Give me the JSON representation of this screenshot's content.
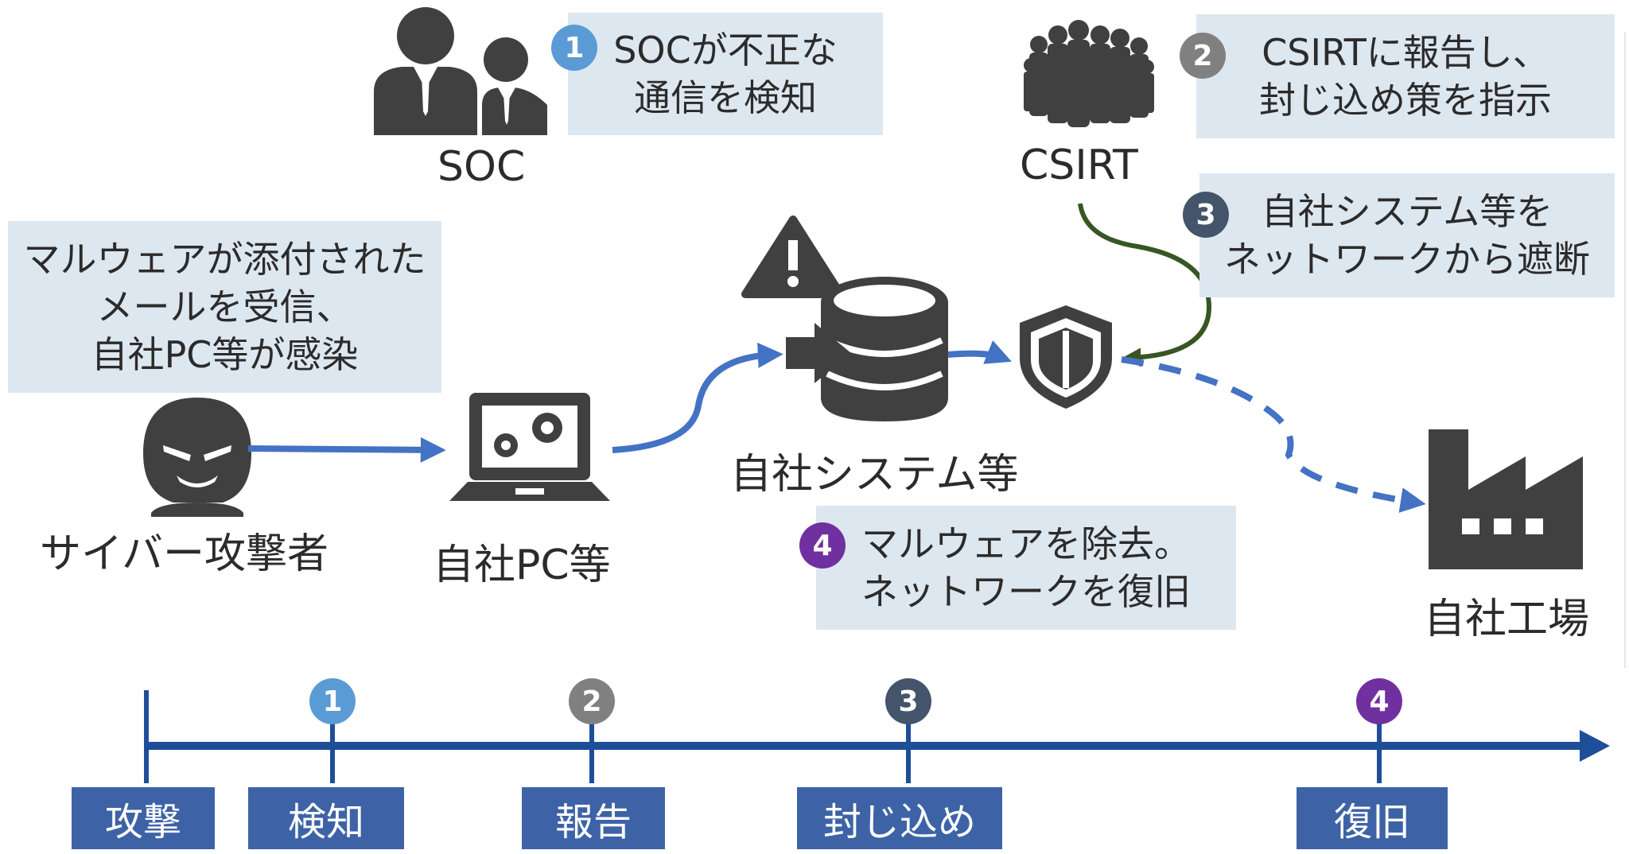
{
  "steps": [
    {
      "num": "1",
      "color": "#5b9bd5",
      "text": "SOCが不正な\n通信を検知",
      "timeline_label": "検知"
    },
    {
      "num": "2",
      "color": "#808080",
      "text": "CSIRTに報告し、\n封じ込め策を指示",
      "timeline_label": "報告"
    },
    {
      "num": "3",
      "color": "#44546a",
      "text": "自社システム等を\nネットワークから遮断",
      "timeline_label": "封じ込め"
    },
    {
      "num": "4",
      "color": "#7030a0",
      "text": "マルウェアを除去。\nネットワークを復旧",
      "timeline_label": "復旧"
    }
  ],
  "attack_description": "マルウェアが添付された\nメールを受信、\n自社PC等が感染",
  "actors": {
    "soc": "SOC",
    "csirt": "CSIRT",
    "attacker": "サイバー攻撃者",
    "pc": "自社PC等",
    "system": "自社システム等",
    "factory": "自社工場"
  },
  "timeline": {
    "start_label": "攻撃",
    "line_color": "#1f4e99",
    "label_color": "#3d63a6"
  },
  "colors": {
    "icon": "#404040",
    "flow_arrow": "#4472c4",
    "csirt_arrow": "#375623",
    "box_fill": "#dde7f0"
  }
}
